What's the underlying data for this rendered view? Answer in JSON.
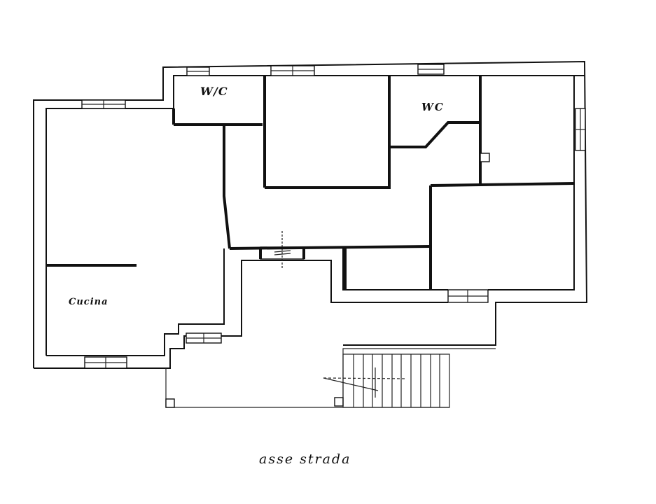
{
  "drawing": {
    "type": "architectural floor plan",
    "background": "#ffffff",
    "line_color": "#111111"
  },
  "rooms": [
    {
      "id": "wc-1",
      "label": "W/C"
    },
    {
      "id": "wc-2",
      "label": "WC"
    },
    {
      "id": "kitchen",
      "label": "Cucina"
    }
  ],
  "annotations": {
    "street_axis": "asse strada"
  }
}
